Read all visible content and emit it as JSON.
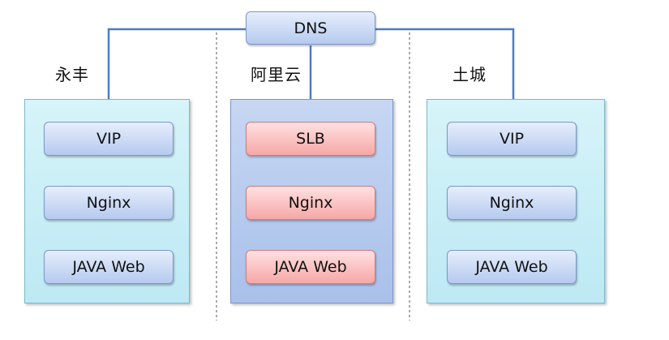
{
  "colors": {
    "connector": "#4a7fc0",
    "divider": "#555555",
    "node_blue": "#b5caef",
    "node_red": "#f6a7a7",
    "panel_cyan": "#c6edf6",
    "panel_blue": "#b2c6ec"
  },
  "dns": {
    "label": "DNS"
  },
  "sites": [
    {
      "name": "永丰",
      "nodes": [
        "VIP",
        "Nginx",
        "JAVA Web"
      ]
    },
    {
      "name": "阿里云",
      "nodes": [
        "SLB",
        "Nginx",
        "JAVA Web"
      ]
    },
    {
      "name": "土城",
      "nodes": [
        "VIP",
        "Nginx",
        "JAVA Web"
      ]
    }
  ]
}
